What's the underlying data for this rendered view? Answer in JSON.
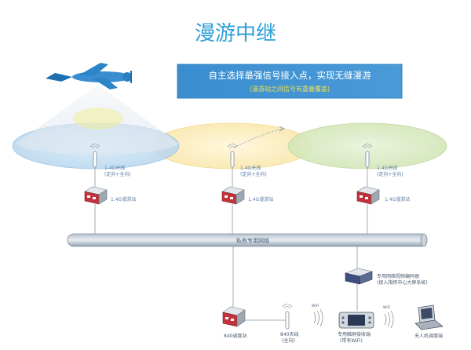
{
  "title": "漫游中继",
  "banner": {
    "main": "自主选择最强信号接入点，实现无缝漫游",
    "sub": "(漫游站之间信号有重叠覆盖)"
  },
  "stations": [
    {
      "antenna_label": "1.4G天线",
      "antenna_sub": "(定向+全向)",
      "station_label": "1.4G漫游站"
    },
    {
      "antenna_label": "1.4G天线",
      "antenna_sub": "(定向+全向)",
      "station_label": "1.4G漫游站"
    },
    {
      "antenna_label": "1.4G天线",
      "antenna_sub": "(定向+全向)",
      "station_label": "1.4G漫游站"
    }
  ],
  "bus_label": "私有专用网络",
  "decoder": {
    "label": "专用网络视频编码器",
    "sub": "(接入指挥中心大屏系统)"
  },
  "bottom": {
    "center_station": "840调度站",
    "antenna_label": "840天线",
    "antenna_sub": "(全向)",
    "signal_label_1": "WiFi",
    "handheld_label": "专用触屏接收端",
    "handheld_sub": "(带有WiFi)",
    "signal_label_2": "WiFi",
    "laptop_label": "无人机调度端"
  },
  "colors": {
    "title": "#2a9fd8",
    "banner_bg": "#3b8fd0",
    "banner_sub": "#f0e14a",
    "coverage_blue": "#bcd9ee",
    "coverage_yellow": "#fbf0c4",
    "coverage_green": "#dcebc4",
    "bus": "#9aa9b8"
  }
}
